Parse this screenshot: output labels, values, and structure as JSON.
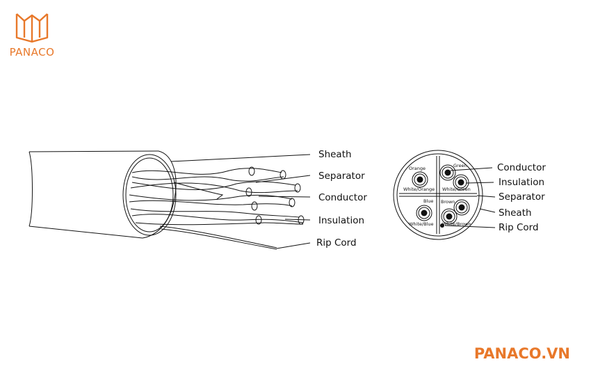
{
  "brand": {
    "logo_text": "PANACO",
    "site": "PANACO.VN",
    "color": "#e8782a"
  },
  "side_view": {
    "labels": {
      "sheath": "Sheath",
      "separator": "Separator",
      "conductor": "Conductor",
      "insulation": "Insulation",
      "rip_cord": "Rip Cord"
    }
  },
  "cross_section": {
    "labels": {
      "conductor": "Conductor",
      "insulation": "Insulation",
      "separator": "Separator",
      "sheath": "Sheath",
      "rip_cord": "Rip Cord"
    },
    "wire_colors": {
      "orange": "Orange",
      "white_orange": "White/Orange",
      "green": "Green",
      "white_green": "White/Green",
      "blue": "Blue",
      "white_blue": "White/Blue",
      "brown": "Brown",
      "white_brown": "White/Brown"
    }
  }
}
